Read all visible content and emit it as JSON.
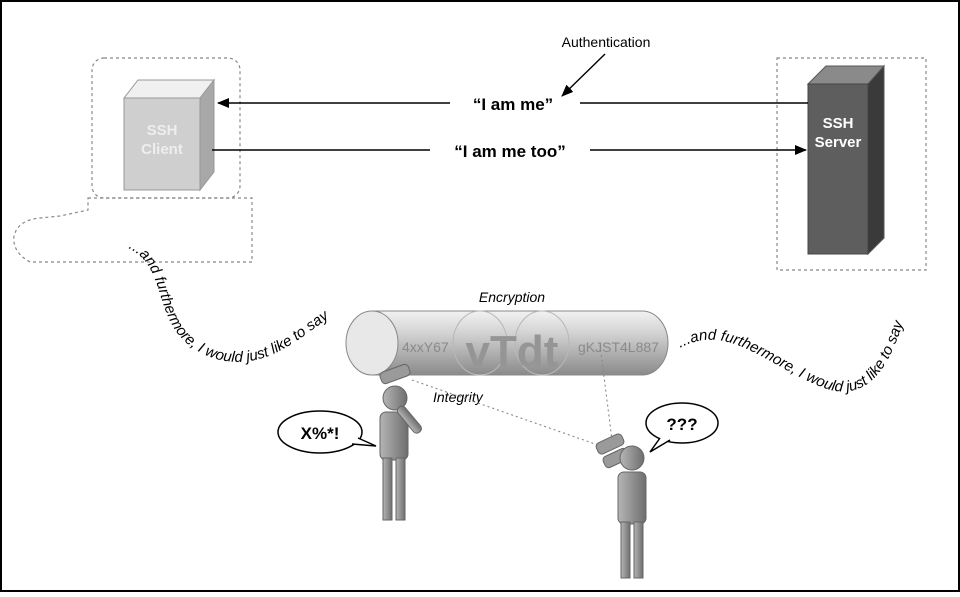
{
  "labels": {
    "authentication": "Authentication",
    "msg_server_to_client": "“I am me”",
    "msg_client_to_server": "“I am me too”",
    "encryption": "Encryption",
    "integrity": "Integrity"
  },
  "client": {
    "line1": "SSH",
    "line2": "Client"
  },
  "server": {
    "line1": "SSH",
    "line2": "Server"
  },
  "wave_text": "...and furthermore, I would just like to say",
  "pipe": {
    "cipher_left": "4xxY67",
    "cipher_center": "vTdt",
    "cipher_right": "gKJST4L887"
  },
  "bubbles": {
    "attacker": "X%*!",
    "observer": "???"
  }
}
